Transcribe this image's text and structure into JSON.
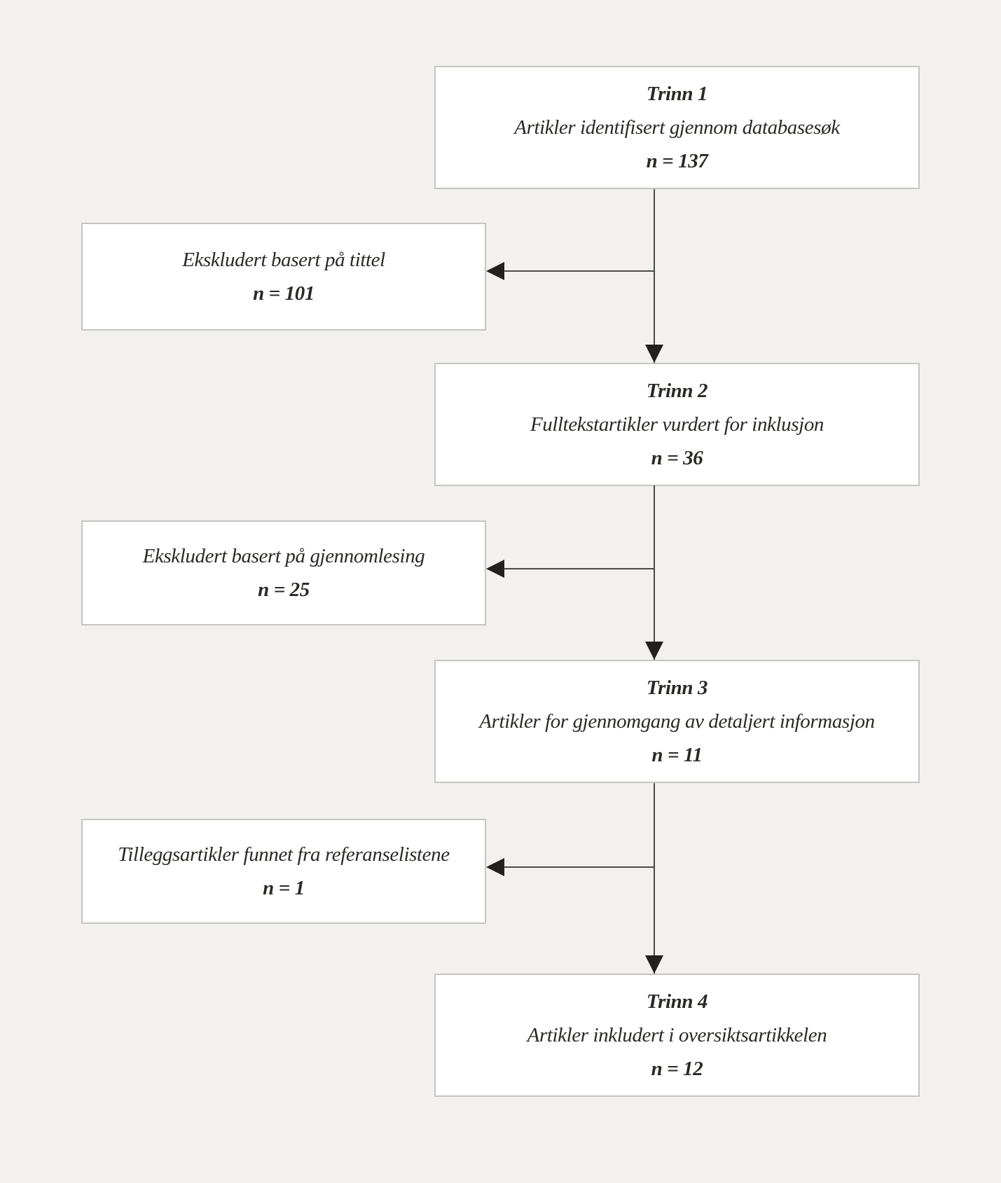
{
  "colors": {
    "background": "#f2f1ee",
    "box_fill": "#ffffff",
    "box_border": "#c6c4c1",
    "connector_line": "#4c4a47",
    "arrowhead": "#22211f",
    "text": "#2b2926"
  },
  "flow": {
    "steps": [
      {
        "title": "Trinn 1",
        "description": "Artikler identifisert gjennom databasesøk",
        "count": "n = 137"
      },
      {
        "title": "Trinn 2",
        "description": "Fulltekstartikler vurdert for inklusjon",
        "count": "n = 36"
      },
      {
        "title": "Trinn 3",
        "description": "Artikler for gjennomgang av detaljert informasjon",
        "count": "n = 11"
      },
      {
        "title": "Trinn 4",
        "description": "Artikler inkludert i oversiktsartikkelen",
        "count": "n = 12"
      }
    ],
    "side_boxes": [
      {
        "description": "Ekskludert basert på tittel",
        "count": "n = 101"
      },
      {
        "description": "Ekskludert basert på gjennomlesing",
        "count": "n = 25"
      },
      {
        "description": "Tilleggsartikler funnet fra referanselistene",
        "count": "n = 1"
      }
    ]
  }
}
